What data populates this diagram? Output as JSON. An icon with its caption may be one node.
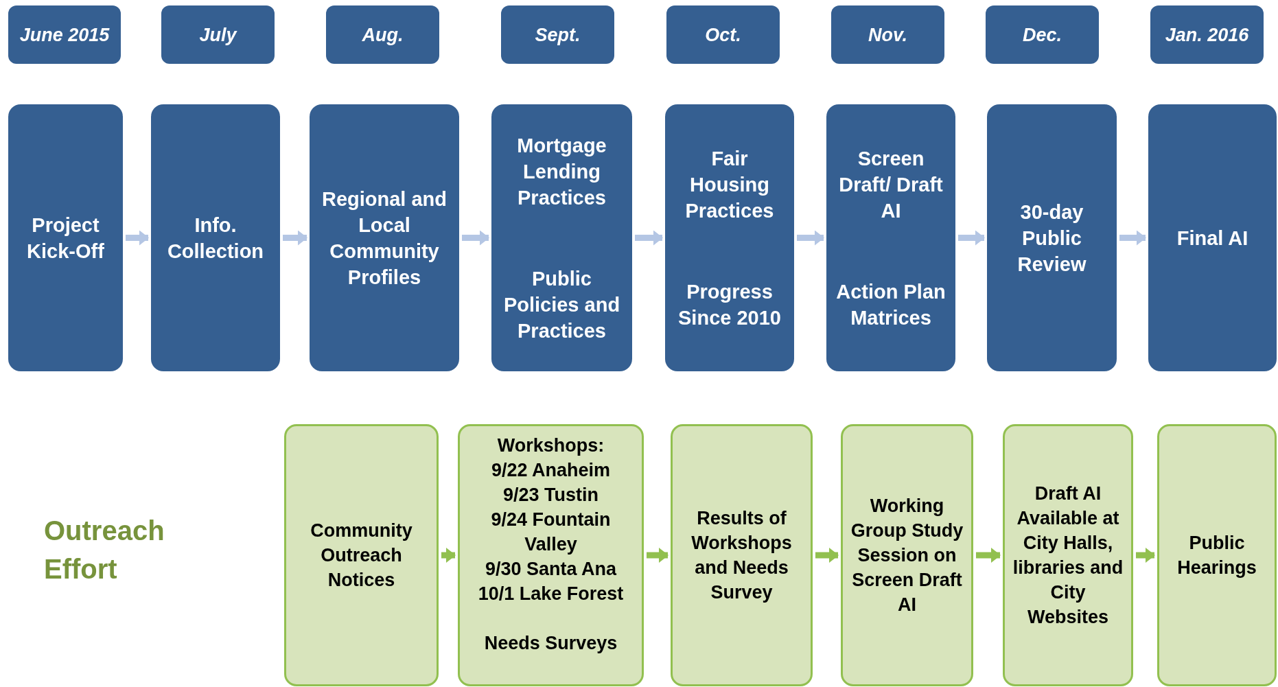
{
  "diagram": {
    "nodes": [
      {
        "text": [
          "June 2015"
        ]
      },
      {
        "text": [
          "July"
        ]
      },
      {
        "text": [
          "Aug."
        ]
      },
      {
        "text": [
          "Sept."
        ]
      },
      {
        "text": [
          "Oct."
        ]
      },
      {
        "text": [
          "Nov."
        ]
      },
      {
        "text": [
          "Dec."
        ]
      },
      {
        "text": [
          "Jan. 2016"
        ]
      },
      {
        "text": [
          "Project Kick-Off"
        ]
      },
      {
        "text": [
          "Info. Collection"
        ]
      },
      {
        "text": [
          "Regional and Local Community Profiles"
        ]
      },
      {
        "text": [
          "Mortgage Lending Practices",
          "Public Policies and Practices"
        ]
      },
      {
        "text": [
          "Fair Housing Practices",
          "Progress Since 2010"
        ]
      },
      {
        "text": [
          "Screen Draft/ Draft AI",
          "Action Plan Matrices"
        ]
      },
      {
        "text": [
          "30-day Public Review"
        ]
      },
      {
        "text": [
          "Final AI"
        ]
      },
      {
        "text": [
          "Community Outreach Notices"
        ]
      },
      {
        "text": [
          "Workshops:",
          "9/22 Anaheim",
          "9/23 Tustin",
          "9/24 Fountain Valley",
          "9/30 Santa Ana",
          "10/1 Lake Forest",
          "Needs Surveys"
        ]
      },
      {
        "text": [
          "Results of Workshops and Needs Survey"
        ]
      },
      {
        "text": [
          "Working Group Study Session on Screen Draft AI"
        ]
      },
      {
        "text": [
          "Draft AI Available at City Halls, libraries and City Websites"
        ]
      },
      {
        "text": [
          "Public Hearings"
        ]
      }
    ],
    "edges": [
      {
        "from": 8,
        "to": 9,
        "arrow": "to"
      },
      {
        "from": 9,
        "to": 10,
        "arrow": "to"
      },
      {
        "from": 10,
        "to": 11,
        "arrow": "to"
      },
      {
        "from": 11,
        "to": 12,
        "arrow": "to"
      },
      {
        "from": 12,
        "to": 13,
        "arrow": "to"
      },
      {
        "from": 13,
        "to": 14,
        "arrow": "to"
      },
      {
        "from": 14,
        "to": 15,
        "arrow": "to"
      },
      {
        "from": 16,
        "to": 17,
        "arrow": "to",
        "color": "#92c050"
      },
      {
        "from": 17,
        "to": 18,
        "arrow": "to",
        "color": "#92c050"
      },
      {
        "from": 18,
        "to": 19,
        "arrow": "to",
        "color": "#92c050"
      },
      {
        "from": 19,
        "to": 20,
        "arrow": "to",
        "color": "#92c050"
      },
      {
        "from": 20,
        "to": 21,
        "arrow": "to",
        "color": "#92c050"
      }
    ],
    "labels": [
      "Outreach Effort"
    ]
  }
}
